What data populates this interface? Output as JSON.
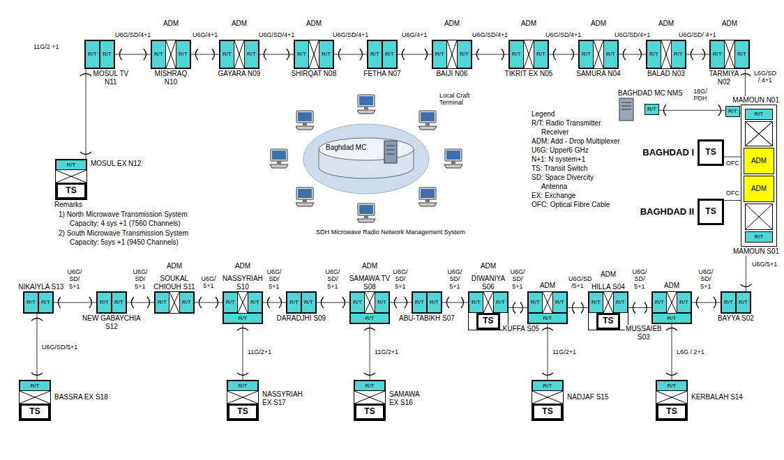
{
  "diagram": {
    "nodes": [
      {
        "text": [
          "MOSUL TV N11"
        ]
      },
      {
        "text": [
          "R/T"
        ],
        "in": 0
      },
      {
        "text": [
          "R/T"
        ],
        "in": 0
      },
      {
        "text": [
          "MISHRAQ N10"
        ]
      },
      {
        "text": [
          "R/T"
        ],
        "in": 3
      },
      {
        "text": [
          "R/T"
        ],
        "in": 3
      },
      {
        "text": [
          "GAYARA N09"
        ]
      },
      {
        "text": [
          "R/T"
        ],
        "in": 6
      },
      {
        "text": [
          "R/T"
        ],
        "in": 6
      },
      {
        "text": [
          "SHIRQAT N08"
        ]
      },
      {
        "text": [
          "R/T"
        ],
        "in": 9
      },
      {
        "text": [
          "R/T"
        ],
        "in": 9
      },
      {
        "text": [
          "FETHA N07"
        ]
      },
      {
        "text": [
          "R/T"
        ],
        "in": 12
      },
      {
        "text": [
          "R/T"
        ],
        "in": 12
      },
      {
        "text": [
          "BAIJI N06"
        ]
      },
      {
        "text": [
          "R/T"
        ],
        "in": 15
      },
      {
        "text": [
          "R/T"
        ],
        "in": 15
      },
      {
        "text": [
          "TIKRIT EX N05"
        ]
      },
      {
        "text": [
          "R/T"
        ],
        "in": 18
      },
      {
        "text": [
          "R/T"
        ],
        "in": 18
      },
      {
        "text": [
          "SAMURA N04"
        ]
      },
      {
        "text": [
          "R/T"
        ],
        "in": 21
      },
      {
        "text": [
          "R/T"
        ],
        "in": 21
      },
      {
        "text": [
          "BALAD N03"
        ]
      },
      {
        "text": [
          "R/T"
        ],
        "in": 24
      },
      {
        "text": [
          "R/T"
        ],
        "in": 24
      },
      {
        "text": [
          "TARMIYA N02"
        ]
      },
      {
        "text": [
          "R/T"
        ],
        "in": 27
      },
      {
        "text": [
          "R/T"
        ],
        "in": 27
      },
      {
        "text": [
          "MOSUL EX N12"
        ]
      },
      {
        "text": [
          "R/T"
        ],
        "in": 30
      },
      {
        "text": [
          "TS"
        ],
        "in": 30
      },
      {
        "text": [
          "Baghdad MC"
        ]
      },
      {
        "text": [
          "BAGHDAD MC NMS"
        ]
      },
      {
        "text": [
          "R/T"
        ],
        "in": 34
      },
      {
        "text": [
          "R/T"
        ]
      },
      {
        "text": [
          "MAMOUN N01",
          "MAMOUN S01"
        ]
      },
      {
        "text": [
          "R/T"
        ],
        "in": 37
      },
      {
        "text": [
          "ADM"
        ],
        "in": 37
      },
      {
        "text": [
          "ADM"
        ],
        "in": 37
      },
      {
        "text": [
          "R/T"
        ],
        "in": 37
      },
      {
        "text": [
          "BAGHDAD I",
          "TS"
        ]
      },
      {
        "text": [
          "BAGHDAD II",
          "TS"
        ]
      },
      {
        "text": [
          "NIKAIYLA S13"
        ]
      },
      {
        "text": [
          "R/T"
        ],
        "in": 44
      },
      {
        "text": [
          "R/T"
        ],
        "in": 44
      },
      {
        "text": [
          "NEW GABAYCHIA S12"
        ]
      },
      {
        "text": [
          "R/T"
        ],
        "in": 47
      },
      {
        "text": [
          "R/T"
        ],
        "in": 47
      },
      {
        "text": [
          "SOUKAL CHIOUH S11"
        ]
      },
      {
        "text": [
          "R/T"
        ],
        "in": 50
      },
      {
        "text": [
          "R/T"
        ],
        "in": 50
      },
      {
        "text": [
          "NASSYRIAH S10"
        ]
      },
      {
        "text": [
          "R/T"
        ],
        "in": 53
      },
      {
        "text": [
          "R/T"
        ],
        "in": 53
      },
      {
        "text": [
          "R/T"
        ],
        "in": 53
      },
      {
        "text": [
          "DARADJHI S09"
        ]
      },
      {
        "text": [
          "R/T"
        ],
        "in": 57
      },
      {
        "text": [
          "R/T"
        ],
        "in": 57
      },
      {
        "text": [
          "SAMAWA TV S08"
        ]
      },
      {
        "text": [
          "R/T"
        ],
        "in": 60
      },
      {
        "text": [
          "R/T"
        ],
        "in": 60
      },
      {
        "text": [
          "R/T"
        ],
        "in": 60
      },
      {
        "text": [
          "ABU-TABIKH S07"
        ]
      },
      {
        "text": [
          "R/T"
        ],
        "in": 64
      },
      {
        "text": [
          "R/T"
        ],
        "in": 64
      },
      {
        "text": [
          "DIWANIYA S06"
        ]
      },
      {
        "text": [
          "R/T"
        ],
        "in": 67
      },
      {
        "text": [
          "R/T"
        ],
        "in": 67
      },
      {
        "text": [
          "TS"
        ],
        "in": 67
      },
      {
        "text": [
          "KUFFA S05"
        ]
      },
      {
        "text": [
          "R/T"
        ],
        "in": 71
      },
      {
        "text": [
          "R/T"
        ],
        "in": 71
      },
      {
        "text": [
          "R/T"
        ],
        "in": 71
      },
      {
        "text": [
          "HILLA S04"
        ]
      },
      {
        "text": [
          "R/T"
        ],
        "in": 75
      },
      {
        "text": [
          "R/T"
        ],
        "in": 75
      },
      {
        "text": [
          "TS"
        ],
        "in": 75
      },
      {
        "text": [
          "MUSSAIEB S03"
        ]
      },
      {
        "text": [
          "R/T"
        ],
        "in": 79
      },
      {
        "text": [
          "R/T"
        ],
        "in": 79
      },
      {
        "text": [
          "R/T"
        ],
        "in": 79
      },
      {
        "text": [
          "BAYYA S02"
        ]
      },
      {
        "text": [
          "R/T"
        ],
        "in": 83
      },
      {
        "text": [
          "R/T"
        ],
        "in": 83
      },
      {
        "text": [
          "BASSRA EX S18"
        ]
      },
      {
        "text": [
          "R/T"
        ],
        "in": 86
      },
      {
        "text": [
          "TS"
        ],
        "in": 86
      },
      {
        "text": [
          "NASSYRIAH EX S17"
        ]
      },
      {
        "text": [
          "R/T"
        ],
        "in": 89
      },
      {
        "text": [
          "TS"
        ],
        "in": 89
      },
      {
        "text": [
          "SAMAWA EX S16"
        ]
      },
      {
        "text": [
          "R/T"
        ],
        "in": 92
      },
      {
        "text": [
          "TS"
        ],
        "in": 92
      },
      {
        "text": [
          "NADJAF S15"
        ]
      },
      {
        "text": [
          "R/T"
        ],
        "in": 95
      },
      {
        "text": [
          "TS"
        ],
        "in": 95
      },
      {
        "text": [
          "KERBALAH S14"
        ]
      },
      {
        "text": [
          "R/T"
        ],
        "in": 98
      },
      {
        "text": [
          "TS"
        ],
        "in": 98
      }
    ],
    "edges": [
      {
        "from": 0,
        "to": 3,
        "arrow": "none",
        "label": "U6G/SD/4+1"
      },
      {
        "from": 3,
        "to": 6,
        "arrow": "none",
        "label": "U6G/4+1"
      },
      {
        "from": 6,
        "to": 9,
        "arrow": "none",
        "label": "U6G/SD/4+1"
      },
      {
        "from": 9,
        "to": 12,
        "arrow": "none",
        "label": "U6G/SD/4+1"
      },
      {
        "from": 12,
        "to": 15,
        "arrow": "none",
        "label": "U6G/4+1"
      },
      {
        "from": 15,
        "to": 18,
        "arrow": "none",
        "label": "U6G/SD/4+1"
      },
      {
        "from": 18,
        "to": 21,
        "arrow": "none",
        "label": "U6G/SD/4+1"
      },
      {
        "from": 21,
        "to": 24,
        "arrow": "none",
        "label": "U6G/SD/4+1"
      },
      {
        "from": 24,
        "to": 27,
        "arrow": "none",
        "label": "U6G/SD/ 4+1"
      },
      {
        "from": 27,
        "to": 37,
        "arrow": "none",
        "label": "L6G/SD / 4+1"
      },
      {
        "from": 0,
        "to": 30,
        "arrow": "none",
        "label": "11G/2 +1"
      },
      {
        "from": 35,
        "to": 36,
        "arrow": "none",
        "label": "18G/ PDH"
      },
      {
        "from": 36,
        "to": 38,
        "arrow": "none"
      },
      {
        "from": 42,
        "to": 39,
        "arrow": "none",
        "label": "OFC"
      },
      {
        "from": 43,
        "to": 40,
        "arrow": "none",
        "label": "OFC"
      },
      {
        "from": 37,
        "to": 83,
        "arrow": "none",
        "label": "U6G/5+1"
      },
      {
        "from": 44,
        "to": 47,
        "arrow": "none",
        "label": "U6G/ SD/ 5+1"
      },
      {
        "from": 47,
        "to": 50,
        "arrow": "none",
        "label": "U6G/ SD/ 5+1"
      },
      {
        "from": 50,
        "to": 53,
        "arrow": "none",
        "label": "U6G/ 5+1"
      },
      {
        "from": 53,
        "to": 57,
        "arrow": "none",
        "label": "U6G/ SD/ 5+1"
      },
      {
        "from": 57,
        "to": 60,
        "arrow": "none",
        "label": "U6G/ SD/ 5+1"
      },
      {
        "from": 60,
        "to": 64,
        "arrow": "none",
        "label": "U6G/ SD/ 5+1"
      },
      {
        "from": 64,
        "to": 67,
        "arrow": "none",
        "label": "U6G/ SD/ 5+1"
      },
      {
        "from": 67,
        "to": 71,
        "arrow": "none",
        "label": "U6G/ SD/ 5+1"
      },
      {
        "from": 71,
        "to": 75,
        "arrow": "none",
        "label": "U6G/SD /5+1"
      },
      {
        "from": 75,
        "to": 79,
        "arrow": "none",
        "label": "U6G/ SD/ 5+1"
      },
      {
        "from": 79,
        "to": 83,
        "arrow": "none",
        "label": "U6G/ SD/ 5+1"
      },
      {
        "from": 44,
        "to": 86,
        "arrow": "none",
        "label": "U6G/SD/5+1"
      },
      {
        "from": 56,
        "to": 89,
        "arrow": "none",
        "label": "11G/2+1"
      },
      {
        "from": 63,
        "to": 92,
        "arrow": "none",
        "label": "11G/2+1"
      },
      {
        "from": 74,
        "to": 95,
        "arrow": "none",
        "label": "11G/2+1"
      },
      {
        "from": 82,
        "to": 98,
        "arrow": "none",
        "label": "L6G / 2+1"
      }
    ],
    "labels": [
      "ADM",
      "ADM",
      "ADM",
      "ADM",
      "ADM",
      "ADM",
      "ADM",
      "ADM",
      "ADM",
      "ADM",
      "ADM",
      "ADM",
      "ADM",
      "ADM",
      "ADM",
      "Local Craft Terminal",
      "SDH Microwave Radio Network Management System",
      "Legend",
      "Remarks",
      "1) North Microwave Transmission System",
      "Capacity: 4 sys +1 (7560 Channels)",
      "2) South Microwave Transmission System",
      "Capacity: 5sys +1 (9450 Channels)"
    ],
    "legend": [
      {
        "text": "R/T: Radio Transmitter Receiver"
      },
      {
        "text": "ADM: Add - Drop Multiplexer"
      },
      {
        "text": "U6G: Upper6 GHz"
      },
      {
        "text": "N+1: N system+1"
      },
      {
        "text": "TS: Transit Switch"
      },
      {
        "text": "SD: Space Divercity Antenna"
      },
      {
        "text": "EX: Exchange"
      },
      {
        "text": "OFC: Optical Fibre Cable"
      }
    ]
  }
}
